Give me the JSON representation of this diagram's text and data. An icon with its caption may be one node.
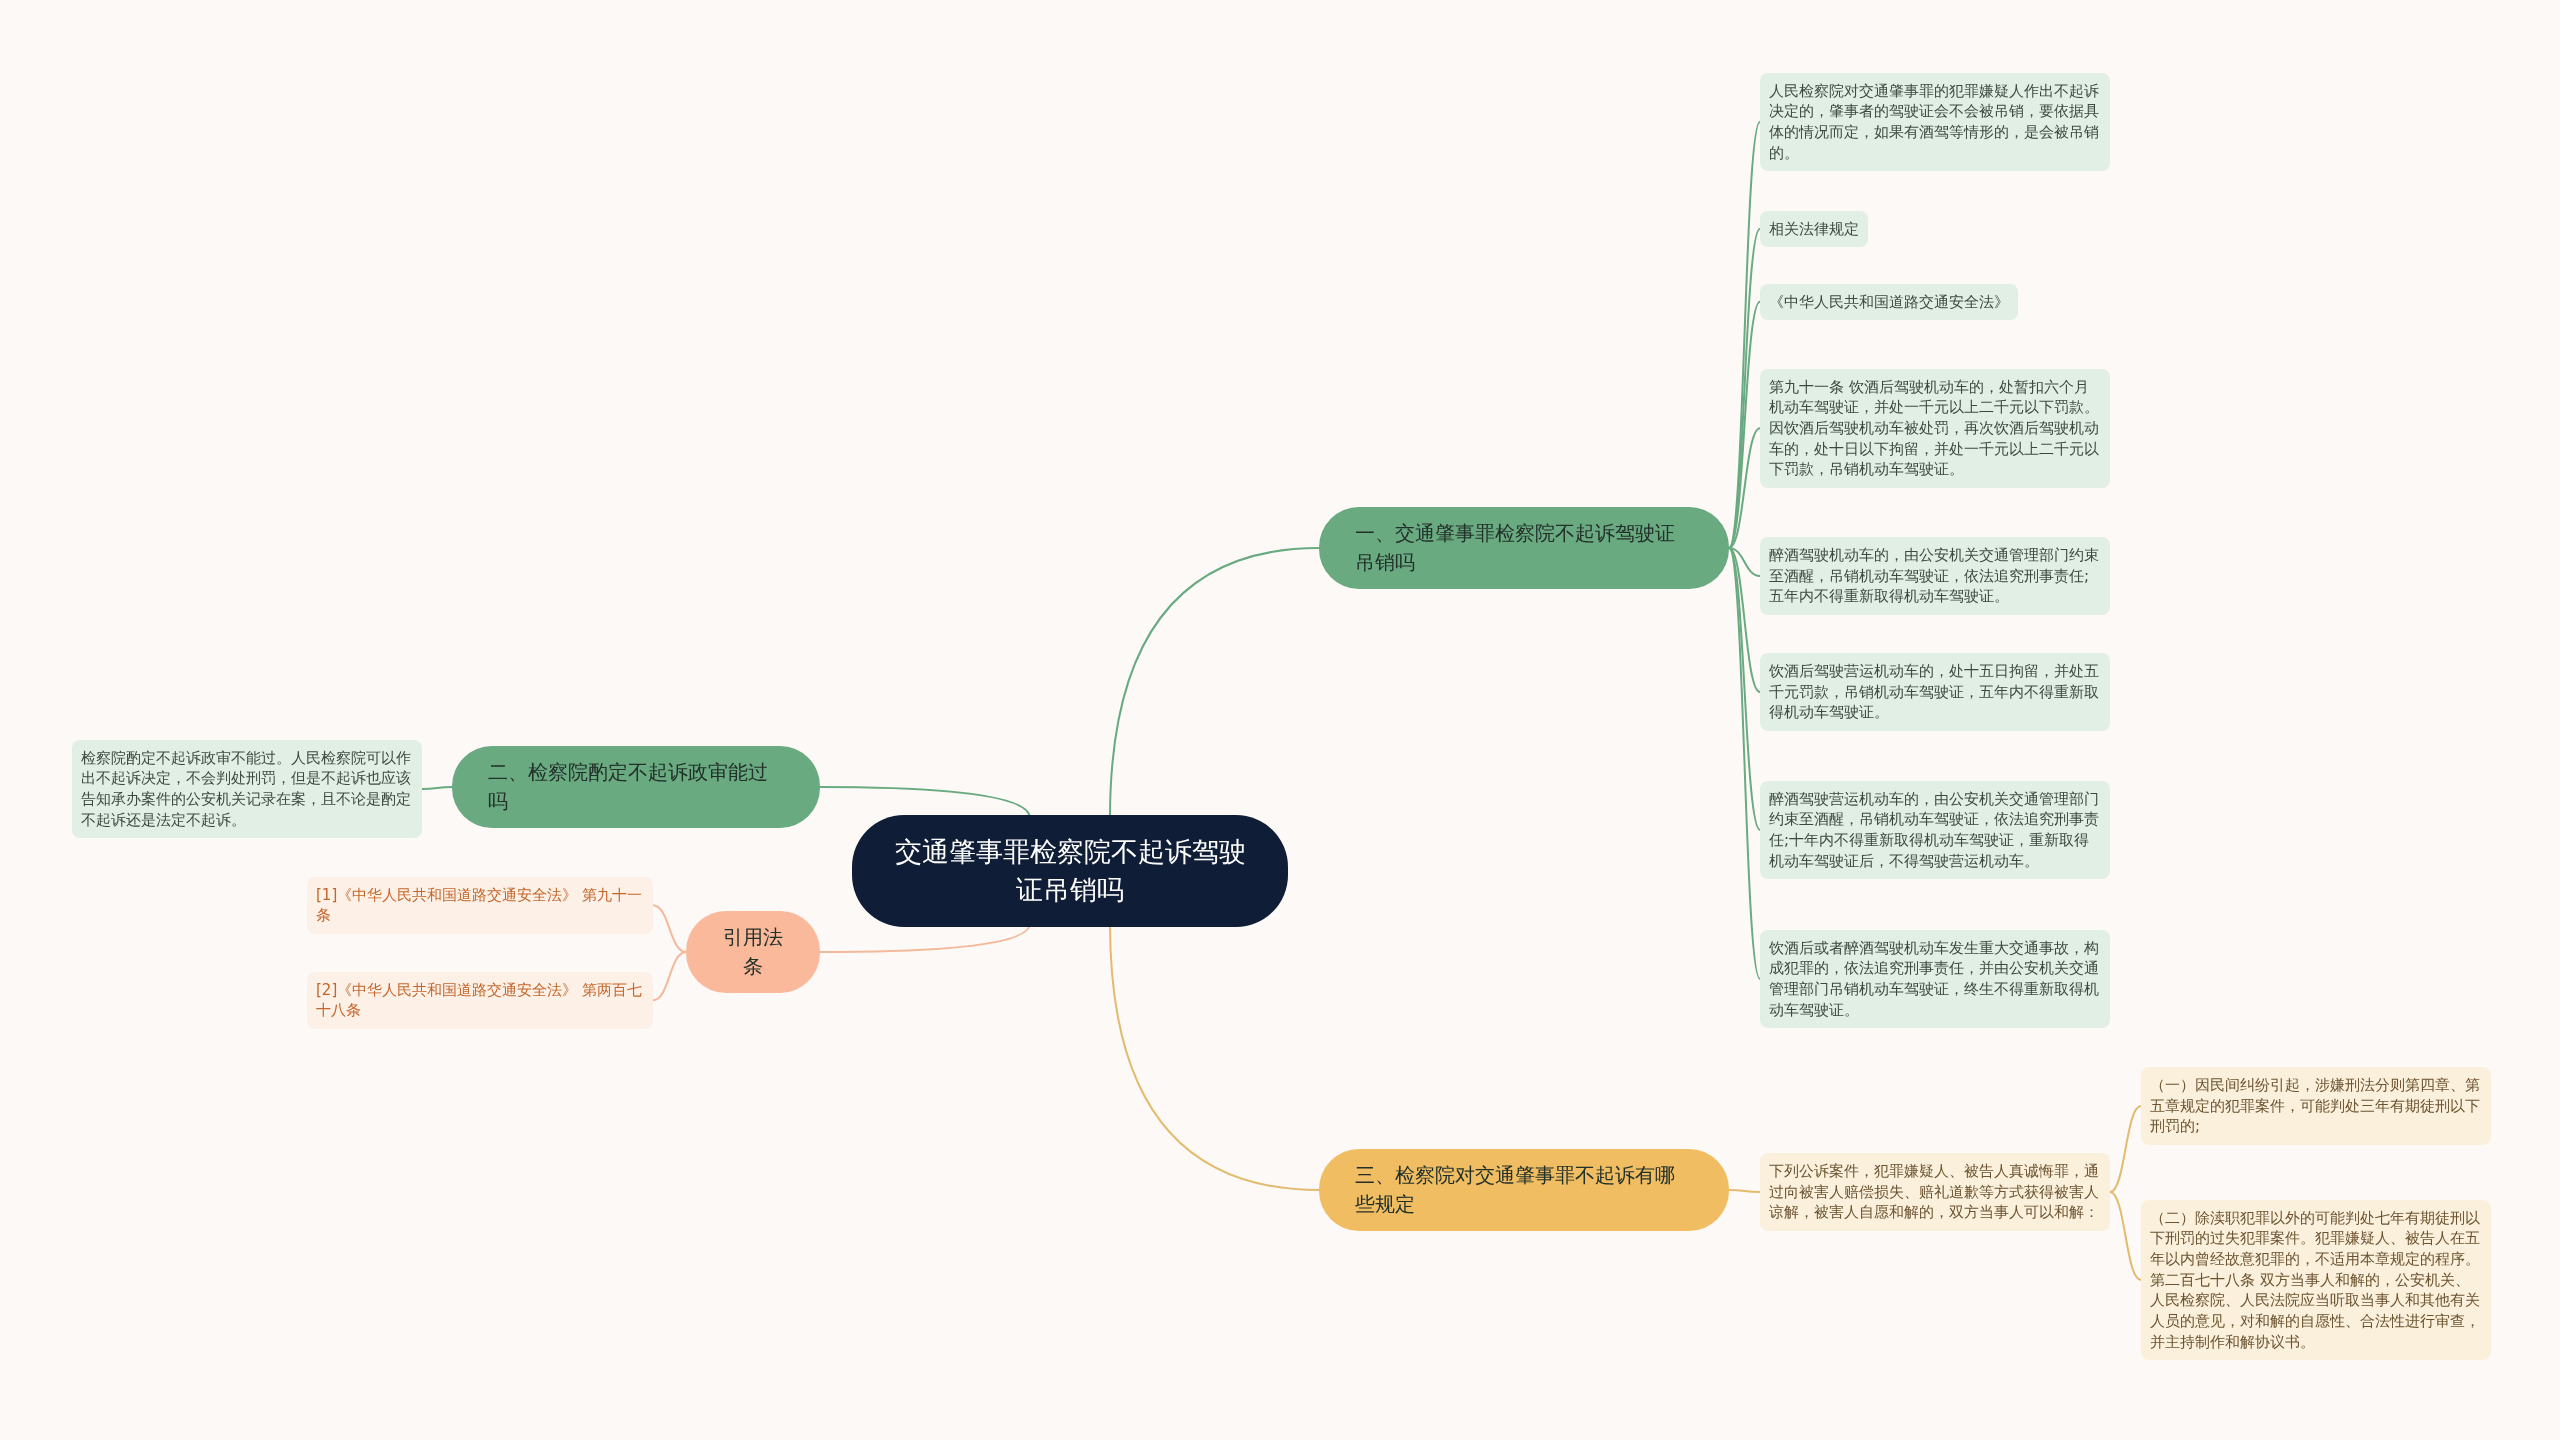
{
  "diagram": {
    "nodes": [
      {
        "text": [
          "交通肇事罪检察院不起诉驾驶证吊销吗"
        ]
      },
      {
        "text": [
          "一、交通肇事罪检察院不起诉驾驶证吊销吗"
        ]
      },
      {
        "text": [
          "人民检察院对交通肇事罪的犯罪嫌疑人作出不起诉决定的，肇事者的驾驶证会不会被吊销，要依据具体的情况而定，如果有酒驾等情形的，是会被吊销的。"
        ]
      },
      {
        "text": [
          "相关法律规定"
        ]
      },
      {
        "text": [
          "《中华人民共和国道路交通安全法》"
        ]
      },
      {
        "text": [
          "第九十一条 饮酒后驾驶机动车的，处暂扣六个月机动车驾驶证，并处一千元以上二千元以下罚款。因饮酒后驾驶机动车被处罚，再次饮酒后驾驶机动车的，处十日以下拘留，并处一千元以上二千元以下罚款，吊销机动车驾驶证。"
        ]
      },
      {
        "text": [
          "醉酒驾驶机动车的，由公安机关交通管理部门约束至酒醒，吊销机动车驾驶证，依法追究刑事责任;五年内不得重新取得机动车驾驶证。"
        ]
      },
      {
        "text": [
          "饮酒后驾驶营运机动车的，处十五日拘留，并处五千元罚款，吊销机动车驾驶证，五年内不得重新取得机动车驾驶证。"
        ]
      },
      {
        "text": [
          "醉酒驾驶营运机动车的，由公安机关交通管理部门约束至酒醒，吊销机动车驾驶证，依法追究刑事责任;十年内不得重新取得机动车驾驶证，重新取得机动车驾驶证后，不得驾驶营运机动车。"
        ]
      },
      {
        "text": [
          "饮酒后或者醉酒驾驶机动车发生重大交通事故，构成犯罪的，依法追究刑事责任，并由公安机关交通管理部门吊销机动车驾驶证，终生不得重新取得机动车驾驶证。"
        ]
      },
      {
        "text": [
          "二、检察院酌定不起诉政审能过吗"
        ]
      },
      {
        "text": [
          "检察院酌定不起诉政审不能过。人民检察院可以作出不起诉决定，不会判处刑罚，但是不起诉也应该告知承办案件的公安机关记录在案，且不论是酌定不起诉还是法定不起诉。"
        ]
      },
      {
        "text": [
          "引用法条"
        ]
      },
      {
        "text": [
          "[1]《中华人民共和国道路交通安全法》 第九十一条"
        ]
      },
      {
        "text": [
          "[2]《中华人民共和国道路交通安全法》 第两百七十八条"
        ]
      },
      {
        "text": [
          "三、检察院对交通肇事罪不起诉有哪些规定"
        ]
      },
      {
        "text": [
          "下列公诉案件，犯罪嫌疑人、被告人真诚悔罪，通过向被害人赔偿损失、赔礼道歉等方式获得被害人谅解，被害人自愿和解的，双方当事人可以和解："
        ]
      },
      {
        "text": [
          "（一）因民间纠纷引起，涉嫌刑法分则第四章、第五章规定的犯罪案件，可能判处三年有期徒刑以下刑罚的;"
        ]
      },
      {
        "text": [
          "（二）除渎职犯罪以外的可能判处七年有期徒刑以下刑罚的过失犯罪案件。犯罪嫌疑人、被告人在五年以内曾经故意犯罪的，不适用本章规定的程序。第二百七十八条 双方当事人和解的，公安机关、人民检察院、人民法院应当听取当事人和其他有关人员的意见，对和解的自愿性、合法性进行审查，并主持制作和解协议书。"
        ]
      }
    ],
    "edges": [
      {
        "from": 0,
        "to": 1,
        "arrow": "none"
      },
      {
        "from": 1,
        "to": 2,
        "arrow": "none"
      },
      {
        "from": 1,
        "to": 3,
        "arrow": "none"
      },
      {
        "from": 1,
        "to": 4,
        "arrow": "none"
      },
      {
        "from": 1,
        "to": 5,
        "arrow": "none"
      },
      {
        "from": 1,
        "to": 6,
        "arrow": "none"
      },
      {
        "from": 1,
        "to": 7,
        "arrow": "none"
      },
      {
        "from": 1,
        "to": 8,
        "arrow": "none"
      },
      {
        "from": 1,
        "to": 9,
        "arrow": "none"
      },
      {
        "from": 0,
        "to": 10,
        "arrow": "none"
      },
      {
        "from": 10,
        "to": 11,
        "arrow": "none"
      },
      {
        "from": 0,
        "to": 12,
        "arrow": "none",
        "color": "#f4b89a"
      },
      {
        "from": 12,
        "to": 13,
        "arrow": "none",
        "color": "#f4b89a"
      },
      {
        "from": 12,
        "to": 14,
        "arrow": "none",
        "color": "#f4b89a"
      },
      {
        "from": 0,
        "to": 15,
        "arrow": "none",
        "color": "#e2bb6e"
      },
      {
        "from": 15,
        "to": 16,
        "arrow": "none",
        "color": "#e2bb6e"
      },
      {
        "from": 16,
        "to": 17,
        "arrow": "none",
        "color": "#e2bb6e"
      },
      {
        "from": 16,
        "to": 18,
        "arrow": "none",
        "color": "#e2bb6e"
      }
    ]
  }
}
